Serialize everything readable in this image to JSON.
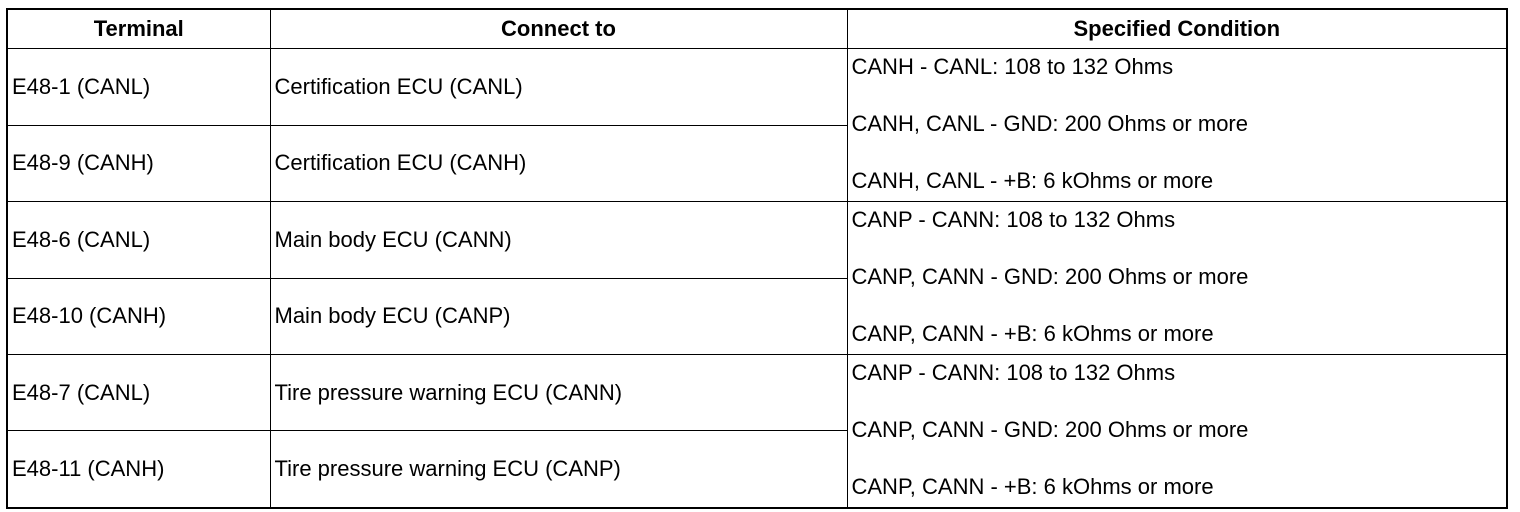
{
  "table": {
    "headers": [
      "Terminal",
      "Connect to",
      "Specified Condition"
    ],
    "rows": [
      {
        "terminal": "E48-1 (CANL)",
        "connect_to": "Certification ECU (CANL)"
      },
      {
        "terminal": "E48-9 (CANH)",
        "connect_to": "Certification ECU (CANH)"
      },
      {
        "terminal": "E48-6 (CANL)",
        "connect_to": "Main body ECU (CANN)"
      },
      {
        "terminal": "E48-10 (CANH)",
        "connect_to": "Main body ECU (CANP)"
      },
      {
        "terminal": "E48-7 (CANL)",
        "connect_to": "Tire pressure warning ECU (CANN)"
      },
      {
        "terminal": "E48-11 (CANH)",
        "connect_to": "Tire pressure warning ECU (CANP)"
      }
    ],
    "conditions": [
      [
        "CANH - CANL: 108 to 132 Ohms",
        "CANH, CANL - GND: 200 Ohms or more",
        "CANH, CANL - +B: 6 kOhms or more"
      ],
      [
        "CANP - CANN: 108 to 132 Ohms",
        "CANP, CANN - GND: 200 Ohms or more",
        "CANP, CANN - +B: 6 kOhms or more"
      ],
      [
        "CANP - CANN: 108 to 132 Ohms",
        "CANP, CANN - GND: 200 Ohms or more",
        "CANP, CANN - +B: 6 kOhms or more"
      ]
    ]
  }
}
